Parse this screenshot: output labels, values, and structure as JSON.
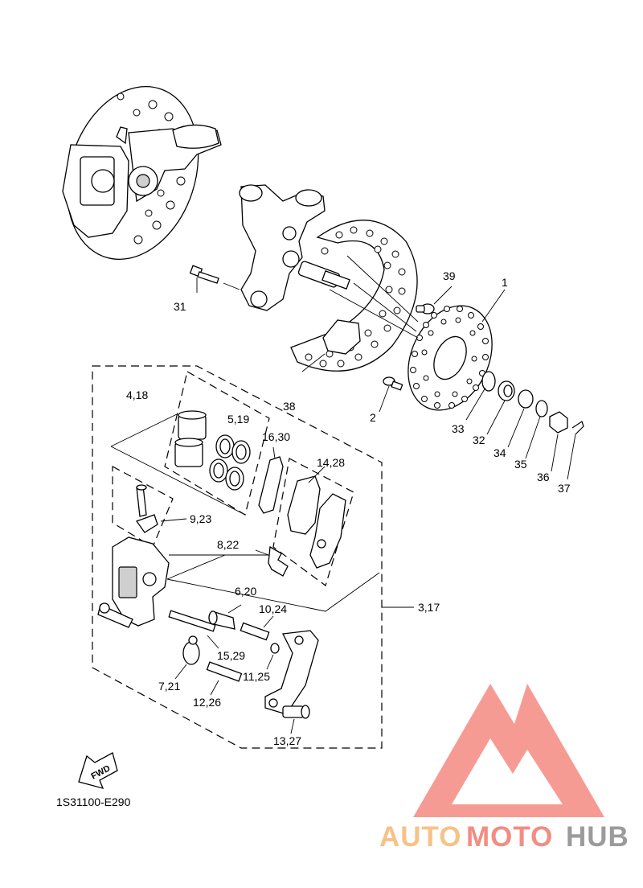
{
  "diagram_code": "1S31100-E290",
  "fwd_label": "FWD",
  "watermark": {
    "word1": "AUTO",
    "word2": "MOTO",
    "word3": "HUB",
    "color_light": "#f5b874",
    "color_red": "#f07a6e",
    "color_gray": "#8a8a8a"
  },
  "labels": {
    "p1": "1",
    "p2": "2",
    "p3_17": "3,17",
    "p4_18": "4,18",
    "p5_19": "5,19",
    "p6_20": "6,20",
    "p7_21": "7,21",
    "p8_22": "8,22",
    "p9_23": "9,23",
    "p10_24": "10,24",
    "p11_25": "11,25",
    "p12_26": "12,26",
    "p13_27": "13,27",
    "p14_28": "14,28",
    "p15_29": "15,29",
    "p16_30": "16,30",
    "p31": "31",
    "p32": "32",
    "p33": "33",
    "p34": "34",
    "p35": "35",
    "p36": "36",
    "p37": "37",
    "p38": "38",
    "p39": "39"
  }
}
